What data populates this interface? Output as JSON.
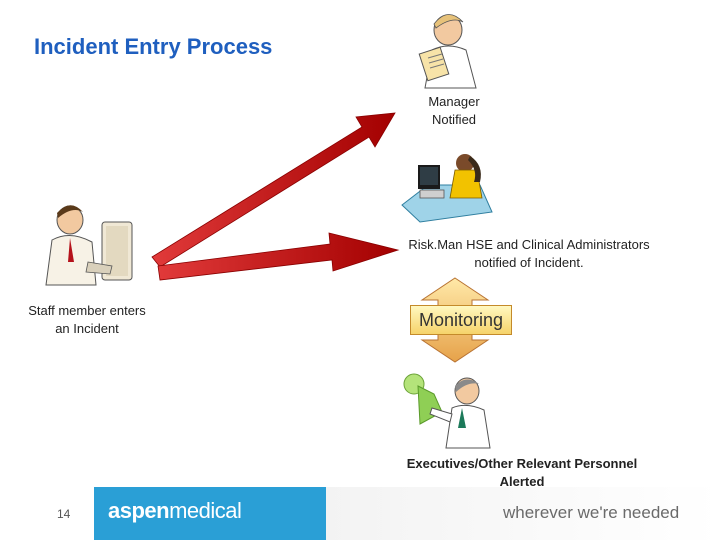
{
  "title": "Incident Entry Process",
  "labels": {
    "manager": "Manager Notified",
    "admins": "Risk.Man HSE and Clinical Administrators notified of Incident.",
    "staff": "Staff member enters an Incident",
    "monitoring": "Monitoring",
    "executives": "Executives/Other Relevant Personnel Alerted"
  },
  "footer": {
    "page_number": "14",
    "brand_bold": "aspen",
    "brand_light": "medical",
    "slogan": "wherever we're needed"
  },
  "colors": {
    "title": "#1f5fbf",
    "arrow": "#cc1111",
    "footer_blue": "#2a9fd6",
    "monitoring_fill": "#f6d36a"
  },
  "icons": [
    "manager-clipart-icon",
    "administrator-computer-icon",
    "staff-computer-icon",
    "executive-presenter-icon"
  ]
}
